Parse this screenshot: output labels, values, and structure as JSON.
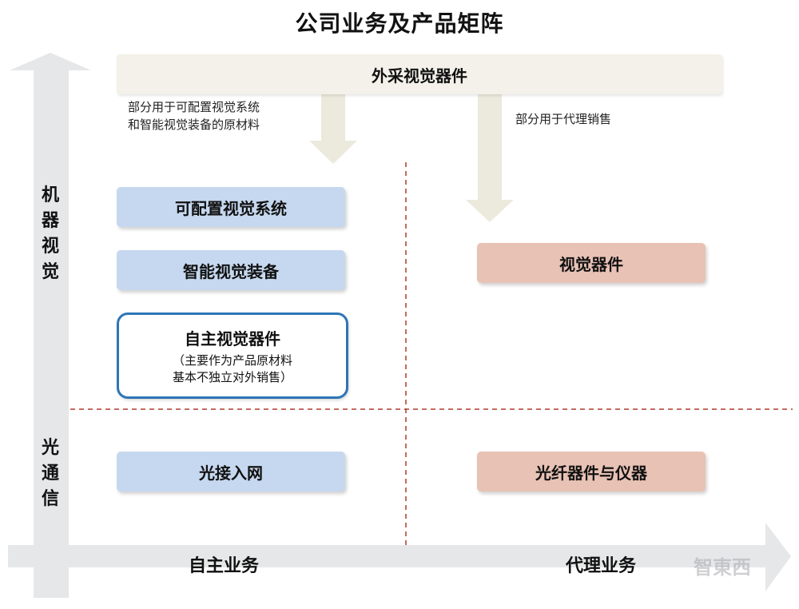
{
  "title": "公司业务及产品矩阵",
  "axes": {
    "y_top_label": "机器视觉",
    "y_bottom_label": "光通信",
    "x_left_label": "自主业务",
    "x_right_label": "代理业务"
  },
  "top_bar": "外采视觉器件",
  "notes": {
    "left_line1": "部分用于可配置视觉系统",
    "left_line2": "和智能视觉装备的原材料",
    "right": "部分用于代理销售"
  },
  "boxes": {
    "configurable_system": "可配置视觉系统",
    "smart_equipment": "智能视觉装备",
    "self_components_title": "自主视觉器件",
    "self_components_sub1": "（主要作为产品原材料",
    "self_components_sub2": "基本不独立对外销售）",
    "vision_components": "视觉器件",
    "optical_access": "光接入网",
    "fiber_instruments": "光纤器件与仪器"
  },
  "watermark": "智東西",
  "colors": {
    "blue_box": "#c6d8ef",
    "pink_box": "#e8c2b5",
    "divider": "#b03a2e",
    "self_box_border": "#2e75b6",
    "axis": "#e6e7e8"
  }
}
